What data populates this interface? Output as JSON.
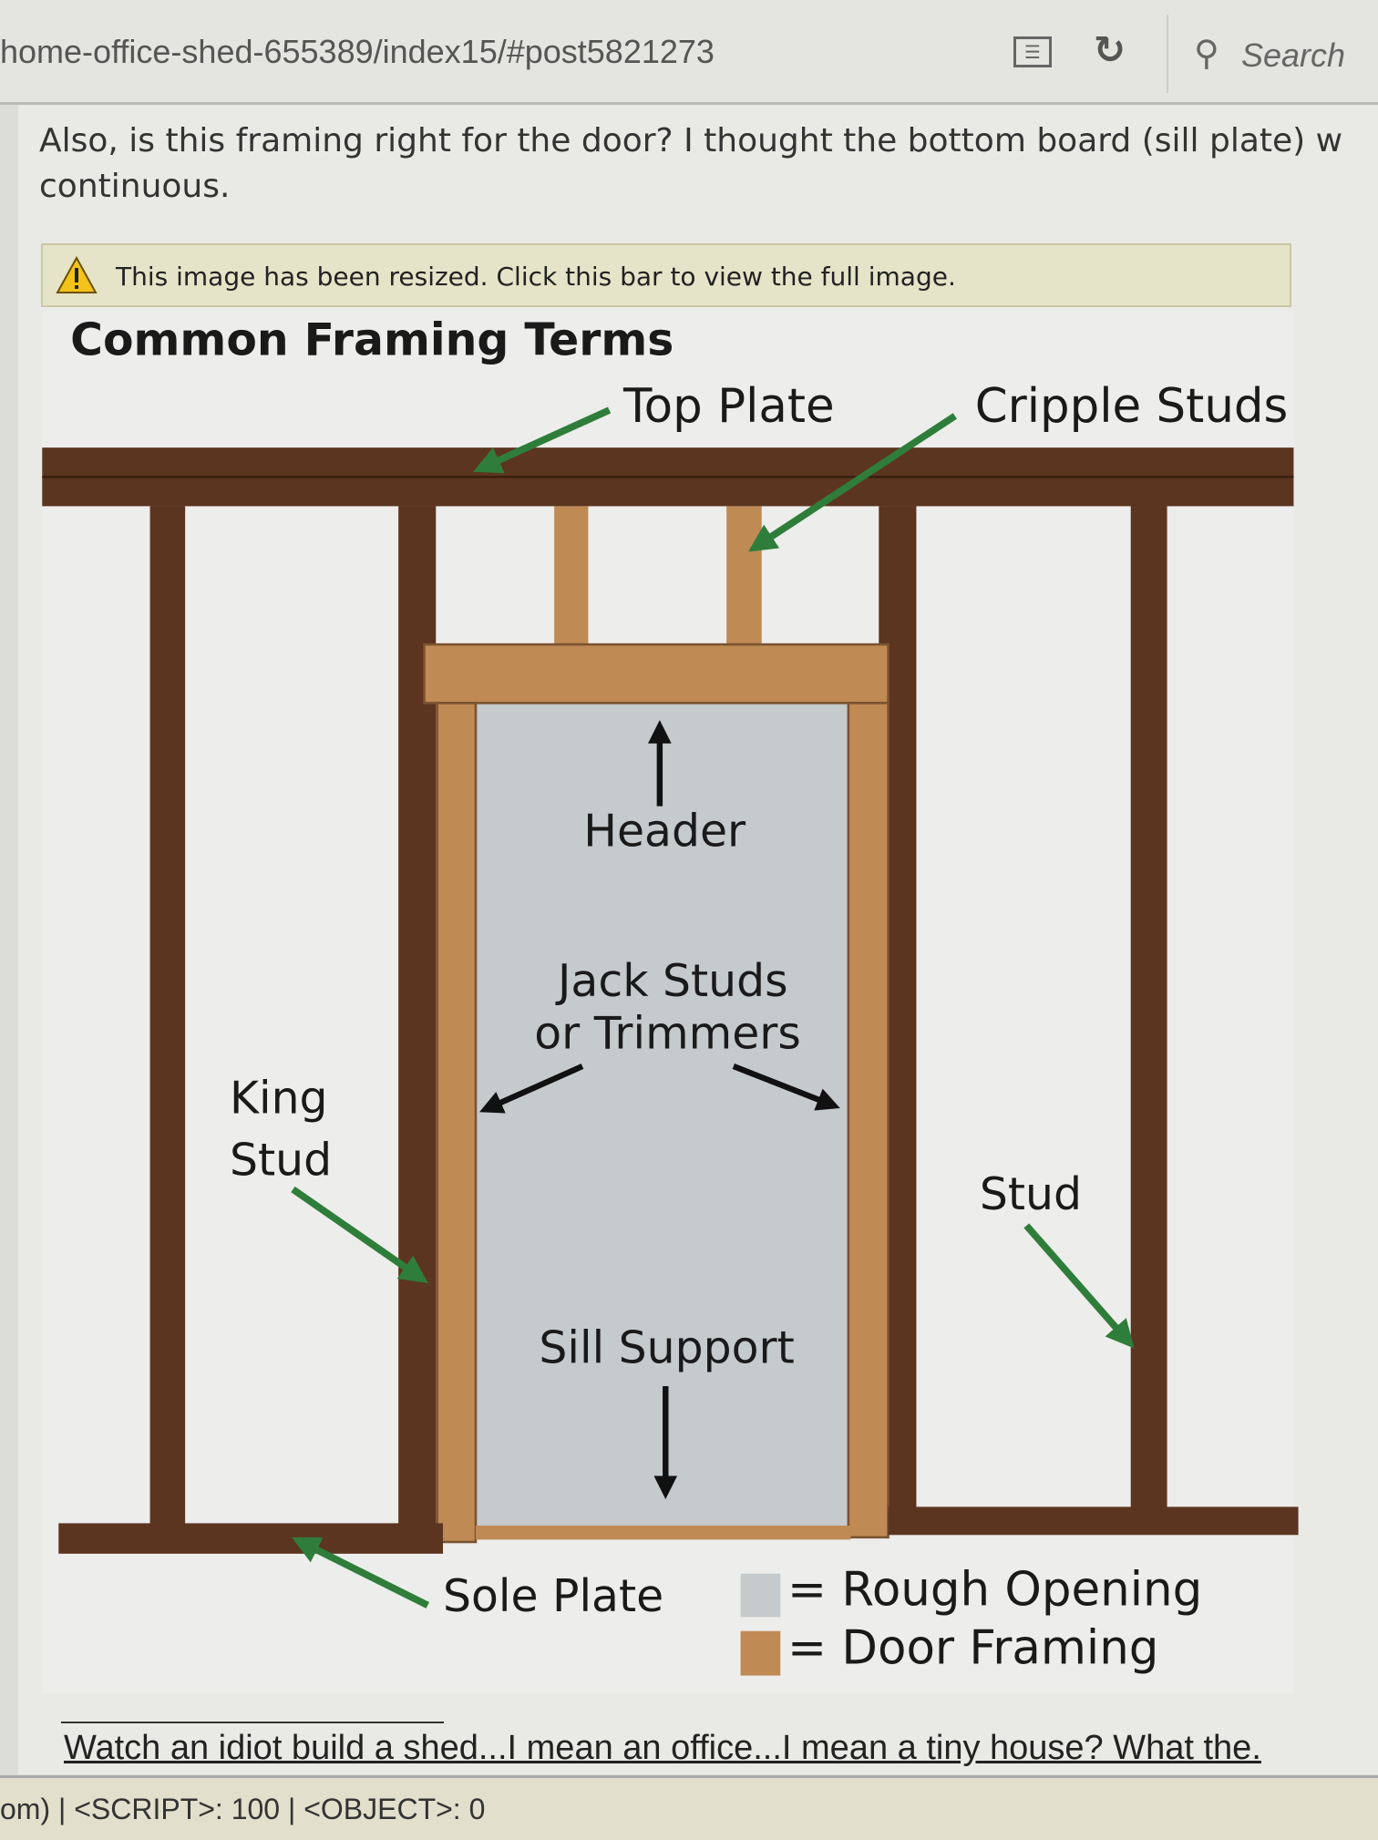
{
  "browser": {
    "url": "home-office-shed-655389/index15/#post5821273",
    "reader_icon": "reader-view-icon",
    "reload_icon": "reload-icon",
    "search_icon": "search-icon",
    "search_label": "Search"
  },
  "post": {
    "text_line1": "Also, is this framing right for the door? I thought the bottom board (sill plate) w",
    "text_line2": "continuous.",
    "resize_notice": "This image has been resized. Click this bar to view the full image.",
    "signature_link": "Watch an idiot build a shed...I mean an office...I mean a tiny house? What the."
  },
  "diagram": {
    "title": "Common Framing Terms",
    "labels": {
      "top_plate": "Top Plate",
      "cripple_studs": "Cripple Studs",
      "header": "Header",
      "jack_studs_1": "Jack Studs",
      "jack_studs_2": "or Trimmers",
      "king_1": "King",
      "king_2": "Stud",
      "stud": "Stud",
      "sill_support": "Sill Support",
      "sole_plate": "Sole Plate"
    },
    "legend": [
      {
        "label": "= Rough Opening",
        "color": "#c5cacc"
      },
      {
        "label": "= Door Framing",
        "color": "#c08a55"
      }
    ],
    "colors": {
      "framing": "#5b3520",
      "door_framing": "#c08a55",
      "arrow_green": "#2f7d3a"
    }
  },
  "status_bar": {
    "text": "om) | <SCRIPT>: 100 | <OBJECT>: 0"
  }
}
